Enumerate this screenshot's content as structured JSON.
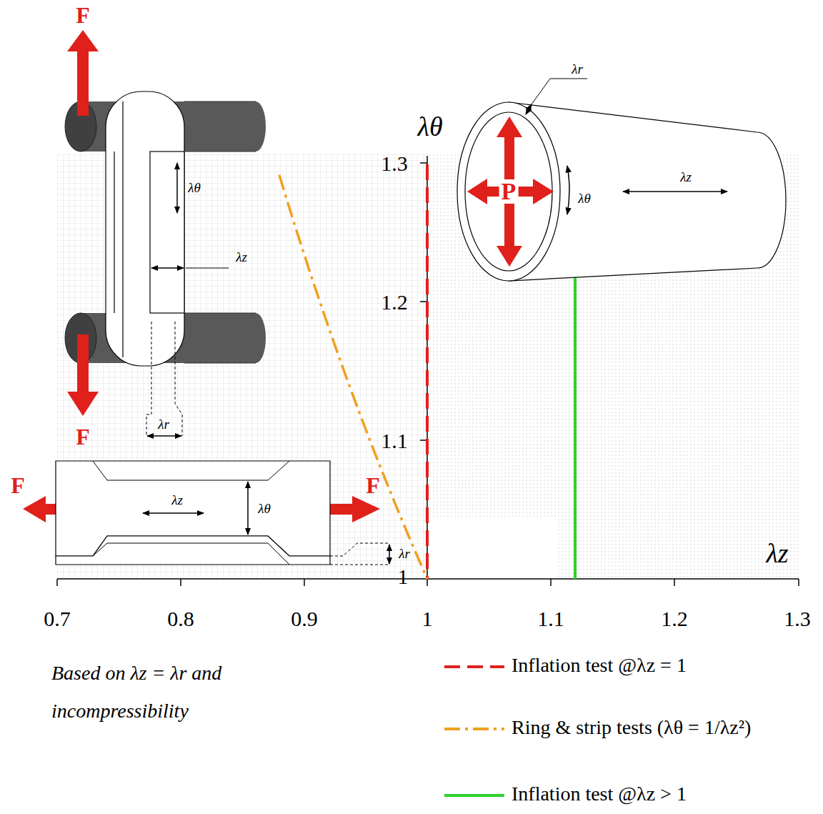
{
  "diagram": {
    "labels": [
      "F",
      "λθ",
      "λz",
      "F",
      "λr",
      "F",
      "F",
      "λz",
      "λθ",
      "λr",
      "λr",
      "P",
      "λθ",
      "λz",
      "λθ",
      "1.3",
      "1.2",
      "1.1",
      "1",
      "0.7",
      "0.8",
      "0.9",
      "1",
      "1.1",
      "1.2",
      "1.3",
      "λz",
      "Based on λz = λr and incompressibility"
    ],
    "legend": [
      {
        "text": "Inflation test @λz = 1"
      },
      {
        "text": "Ring & strip tests (λθ = 1/λz²)"
      },
      {
        "text": "Inflation test @λz > 1"
      }
    ]
  }
}
